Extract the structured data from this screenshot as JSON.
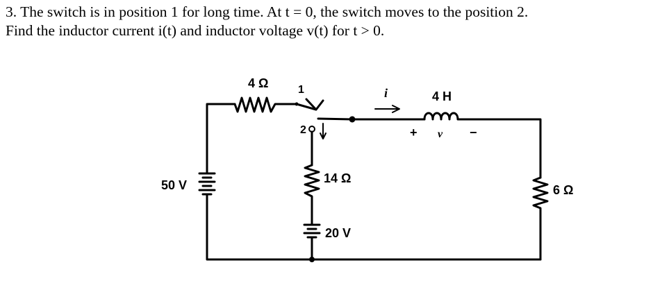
{
  "problem": {
    "line1": "3. The switch is in position 1 for long time. At t = 0, the switch moves to the position 2.",
    "line2": "Find the inductor current i(t) and inductor voltage v(t) for t > 0."
  },
  "circuit": {
    "resistor_top_label": "4 Ω",
    "switch_pos1_label": "1",
    "switch_pos2_label": "2",
    "current_label": "i",
    "inductor_label": "4 H",
    "inductor_voltage_plus": "+",
    "inductor_voltage_label": "v",
    "inductor_voltage_minus": "−",
    "source_left_label": "50 V",
    "resistor_middle_label": "14 Ω",
    "source_middle_label": "20 V",
    "resistor_right_label": "6 Ω"
  }
}
